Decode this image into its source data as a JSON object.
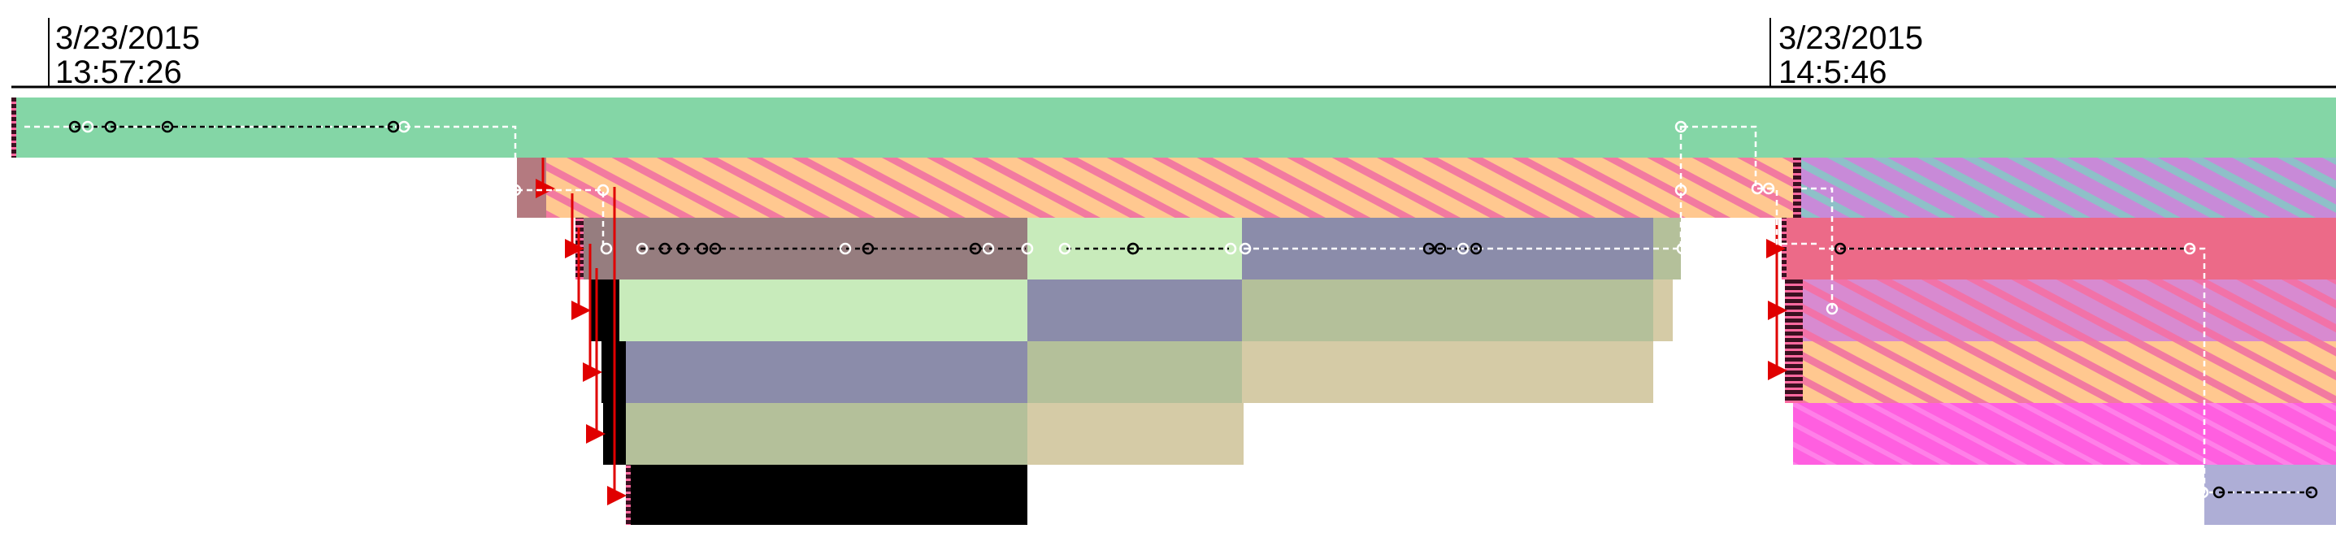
{
  "timeline": {
    "markers": [
      {
        "date": "3/23/2015",
        "time": "13:57:26"
      },
      {
        "date": "3/23/2015",
        "time": "14:5:46"
      }
    ]
  },
  "colors": {
    "green": "#84d6a6",
    "light_green": "#c8ebbb",
    "mauve": "#967d7f",
    "slate": "#8b8caa",
    "olive": "#b4c09a",
    "tan": "#d5cba6",
    "rose": "#ec6a88",
    "magenta": "#ff5fe0",
    "lavender": "#aeaed6",
    "dusty_red": "#b47a80",
    "stripe_peach": "#ffc890",
    "stripe_pink": "#f27aa0",
    "stripe_violet": "#c86ad8",
    "black": "#000000",
    "arrow_red": "#e00000"
  },
  "legend_visible": false
}
